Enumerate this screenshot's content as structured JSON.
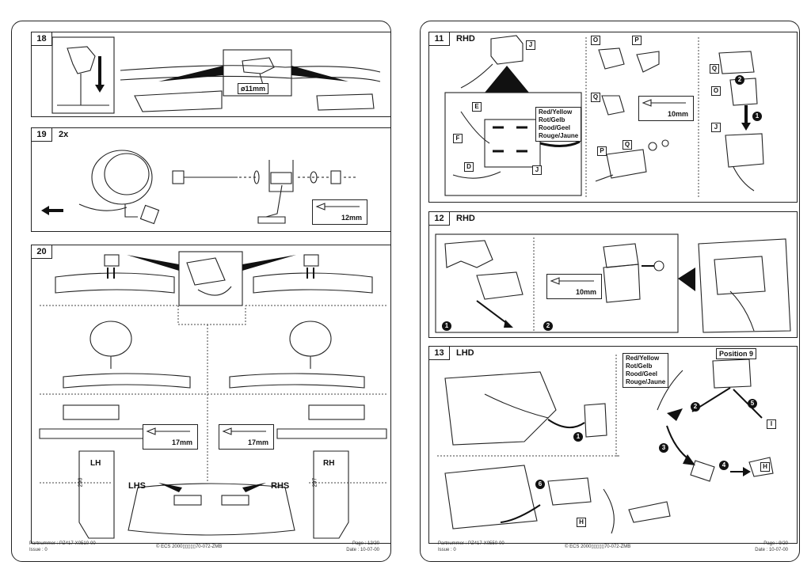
{
  "left_page": {
    "step18": {
      "number": "18",
      "drill_label": "ø11mm"
    },
    "step19": {
      "number": "19",
      "quantity": "2x",
      "wrench": "12mm"
    },
    "step20": {
      "number": "20",
      "wrench_left": "17mm",
      "wrench_right": "17mm",
      "lhs": "LHS",
      "rhs": "RHS",
      "label_lh": "LH",
      "label_rh": "RH",
      "num_left": "296",
      "num_right": "297"
    },
    "footer": {
      "partnumber": "Partnummer : PZ417-X0510-00",
      "issue": "Issue : 0",
      "copyright": "© ECS 2000▯▯▯▯▯70-072-ZMB",
      "page": "Page : 12/20",
      "date": "Date : 10-07-00"
    }
  },
  "right_page": {
    "step11": {
      "number": "11",
      "tag": "RHD",
      "colors": [
        "Red/Yellow",
        "Rot/Gelb",
        "Rood/Geel",
        "Rouge/Jaune"
      ],
      "letters": {
        "j": "J",
        "e": "E",
        "f": "F",
        "d": "D",
        "o": "O",
        "p": "P",
        "q": "Q"
      },
      "wrench": "10mm",
      "steps": [
        "1",
        "2"
      ]
    },
    "step12": {
      "number": "12",
      "tag": "RHD",
      "wrench": "10mm",
      "steps": [
        "1",
        "2"
      ]
    },
    "step13": {
      "number": "13",
      "tag": "LHD",
      "colors": [
        "Red/Yellow",
        "Rot/Gelb",
        "Rood/Geel",
        "Rouge/Jaune"
      ],
      "position": "Position 9",
      "letters": {
        "i": "I",
        "h": "H"
      },
      "steps": [
        "1",
        "2",
        "3",
        "4",
        "5",
        "6"
      ]
    },
    "footer": {
      "partnumber": "Partnummer : PZ417-X0550-00",
      "issue": "Issue : 0",
      "copyright": "© ECS 2000▯▯▯▯▯70-072-ZMB",
      "page": "Page : 9/20",
      "date": "Date : 10-07-00"
    }
  }
}
